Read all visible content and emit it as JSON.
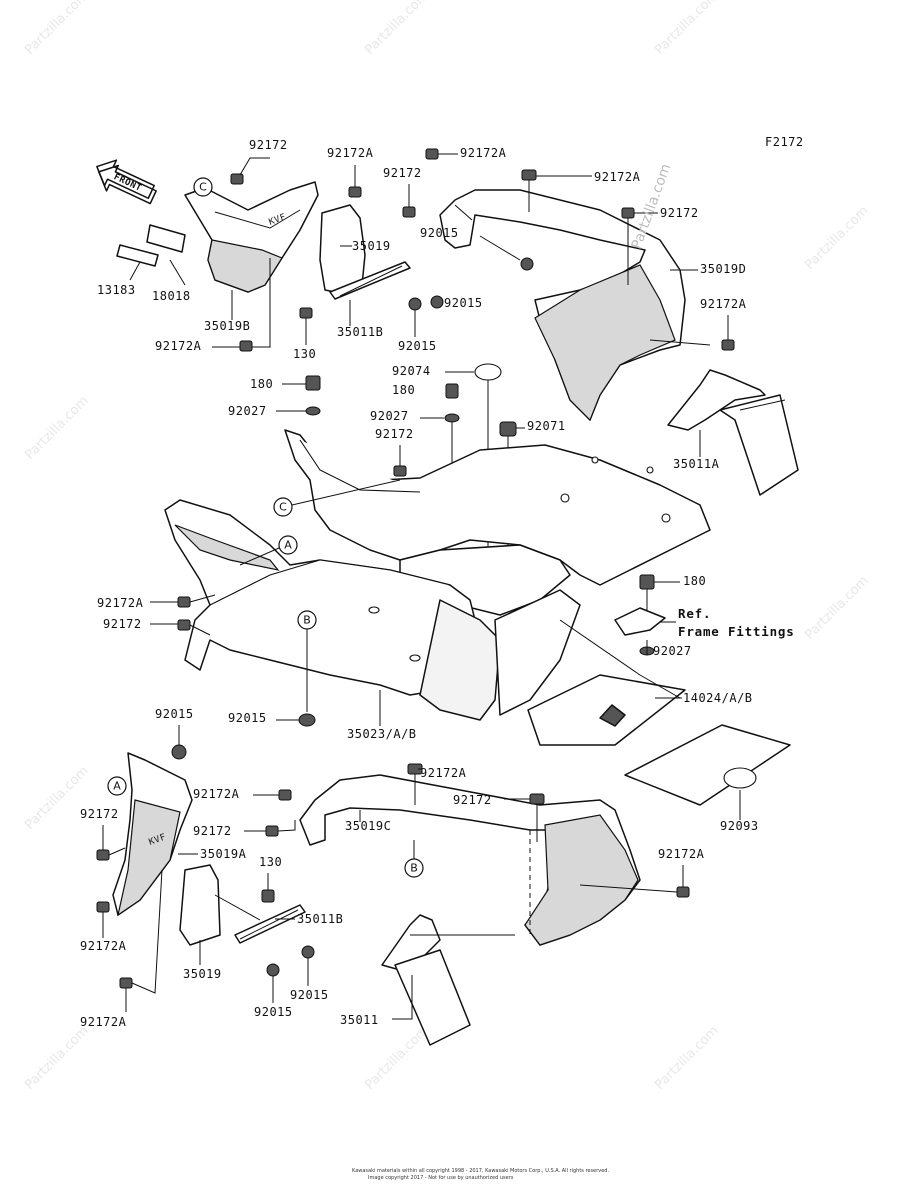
{
  "figure_code": "F2172",
  "front_label": "FRONT",
  "circle_refs": [
    "A",
    "B",
    "C"
  ],
  "ref_note": [
    "Ref.",
    "Frame Fittings"
  ],
  "watermark": "Partzilla.com",
  "parts": {
    "p92172_top_c": "92172",
    "p92172A_top_b": "92172A",
    "p92172A_top_r": "92172A",
    "p92172_top_m": "92172",
    "p92172A_top_rr": "92172A",
    "p92172_top_x": "92172",
    "p35019_top": "35019",
    "p35019D": "35019D",
    "p13183": "13183",
    "p18018": "18018",
    "p35019B": "35019B",
    "p92172A_left1": "92172A",
    "p35011B_top": "35011B",
    "p130_top": "130",
    "p92015_top1": "92015",
    "p92015_top2": "92015",
    "p92015_top3": "92015",
    "p92172A_right1": "92172A",
    "p180_1": "180",
    "p180_2": "180",
    "p92074": "92074",
    "p92027_1": "92027",
    "p92027_2": "92027",
    "p92172_mid": "92172",
    "p92071": "92071",
    "p35011A": "35011A",
    "p92172A_mid_l": "92172A",
    "p92172_mid_l": "92172",
    "p180_3": "180",
    "p92027_3": "92027",
    "p14024": "14024/A/B",
    "p92015_mid": "92015",
    "p35023": "35023/A/B",
    "p92015_low": "92015",
    "p92172A_low1": "92172A",
    "p92172_low1": "92172",
    "p92172A_low2": "92172A",
    "p92172_low2": "92172",
    "p35019A": "35019A",
    "p35019C": "35019C",
    "p92172_low3": "92172",
    "p92093": "92093",
    "p130_low": "130",
    "p35011B_low": "35011B",
    "p92172A_low3": "92172A",
    "p92172A_low4": "92172A",
    "p35019_low": "35019",
    "p92015_low2": "92015",
    "p92015_low3": "92015",
    "p92172A_low5": "92172A",
    "p35011": "35011"
  },
  "footer": [
    "Kawasaki materials within all copyright 1998 - 2017, Kawasaki Motors Corp., U.S.A. All rights reserved.",
    "Image copyright 2017 - Not for use by unauthorized users"
  ]
}
